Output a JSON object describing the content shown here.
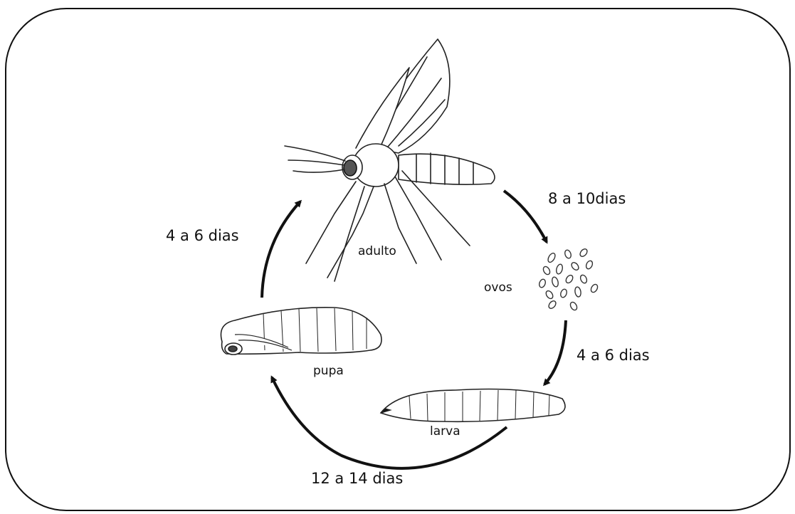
{
  "stages": {
    "adult": "adulto",
    "eggs": "ovos",
    "larva": "larva",
    "pupa": "pupa"
  },
  "durations": {
    "adult_to_eggs": "8 a 10dias",
    "eggs_to_larva": "4 a 6 dias",
    "larva_to_pupa": "12 a 14 dias",
    "pupa_to_adult": "4 a 6 dias"
  }
}
